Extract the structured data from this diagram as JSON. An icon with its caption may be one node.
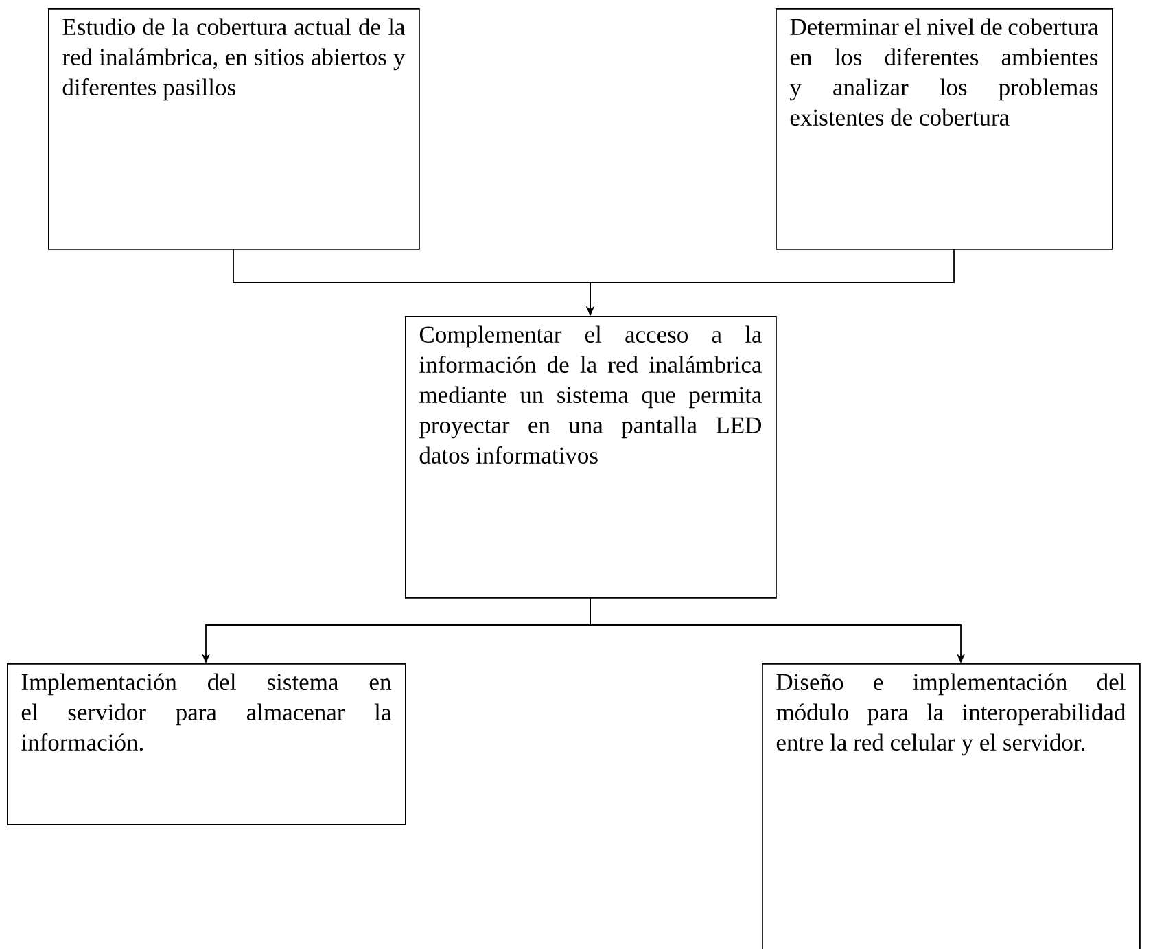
{
  "diagram": {
    "nodes": [
      {
        "text": [
          "Estudio de la cobertura actual de la red inalámbrica, en sitios abiertos y diferentes pasillos"
        ]
      },
      {
        "text": [
          "Determinar el nivel de cobertura en los diferentes ambientes y analizar los problemas existentes de cobertura"
        ]
      },
      {
        "text": [
          "Complementar el acceso a la información de la red inalámbrica mediante un sistema que permita proyectar en una pantalla LED datos informativos"
        ]
      },
      {
        "text": [
          "Implementación del sistema en el servidor para almacenar la información."
        ]
      },
      {
        "text": [
          "Diseño e implementación del módulo para la interoperabilidad entre la red celular y el servidor."
        ]
      }
    ],
    "edges": [
      {
        "from": 0,
        "to": 2,
        "arrow": "to"
      },
      {
        "from": 1,
        "to": 2,
        "arrow": "to"
      },
      {
        "from": 2,
        "to": 3,
        "arrow": "to"
      },
      {
        "from": 2,
        "to": 4,
        "arrow": "to"
      }
    ]
  }
}
